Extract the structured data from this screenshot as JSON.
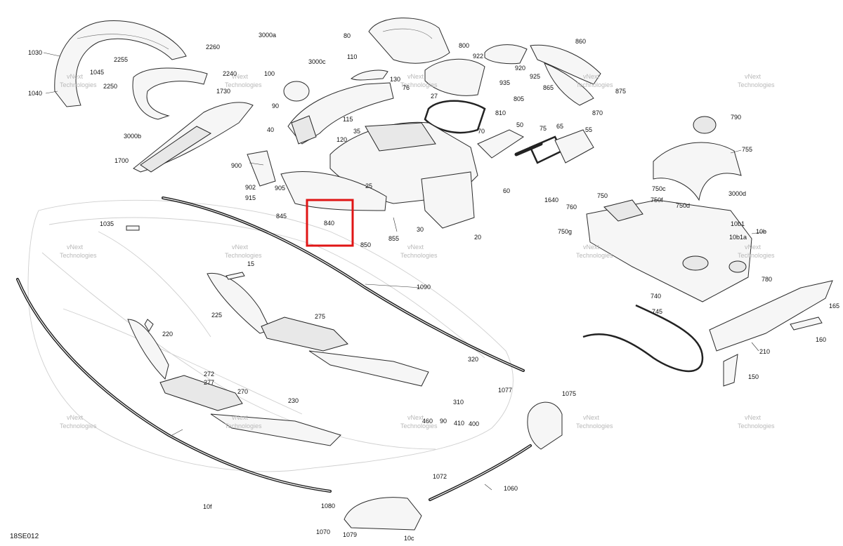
{
  "diagram": {
    "code": "18SE012",
    "highlighted": "840",
    "watermark": [
      "vNext",
      "Technologies"
    ],
    "callouts": [
      "1030",
      "1045",
      "1040",
      "2255",
      "2260",
      "2250",
      "2240",
      "1730",
      "3000a",
      "3000b",
      "1700",
      "100",
      "90",
      "3000c",
      "40",
      "115",
      "120",
      "80",
      "110",
      "130",
      "76",
      "27",
      "35",
      "800",
      "922",
      "920",
      "925",
      "860",
      "935",
      "865",
      "805",
      "870",
      "875",
      "810",
      "70",
      "50",
      "75",
      "65",
      "55",
      "790",
      "755",
      "900",
      "902",
      "905",
      "915",
      "25",
      "845",
      "840",
      "850",
      "855",
      "30",
      "20",
      "60",
      "1640",
      "750",
      "760",
      "750c",
      "750f",
      "750d",
      "3000d",
      "10b1",
      "10b1a",
      "10b",
      "750g",
      "1035",
      "15",
      "225",
      "275",
      "220",
      "1090",
      "320",
      "1077",
      "310",
      "272",
      "277",
      "270",
      "230",
      "780",
      "740",
      "745",
      "165",
      "160",
      "210",
      "150",
      "1075",
      "460",
      "90",
      "410",
      "400",
      "1060",
      "1072",
      "1080",
      "1070",
      "1079",
      "10c",
      "10f"
    ]
  }
}
